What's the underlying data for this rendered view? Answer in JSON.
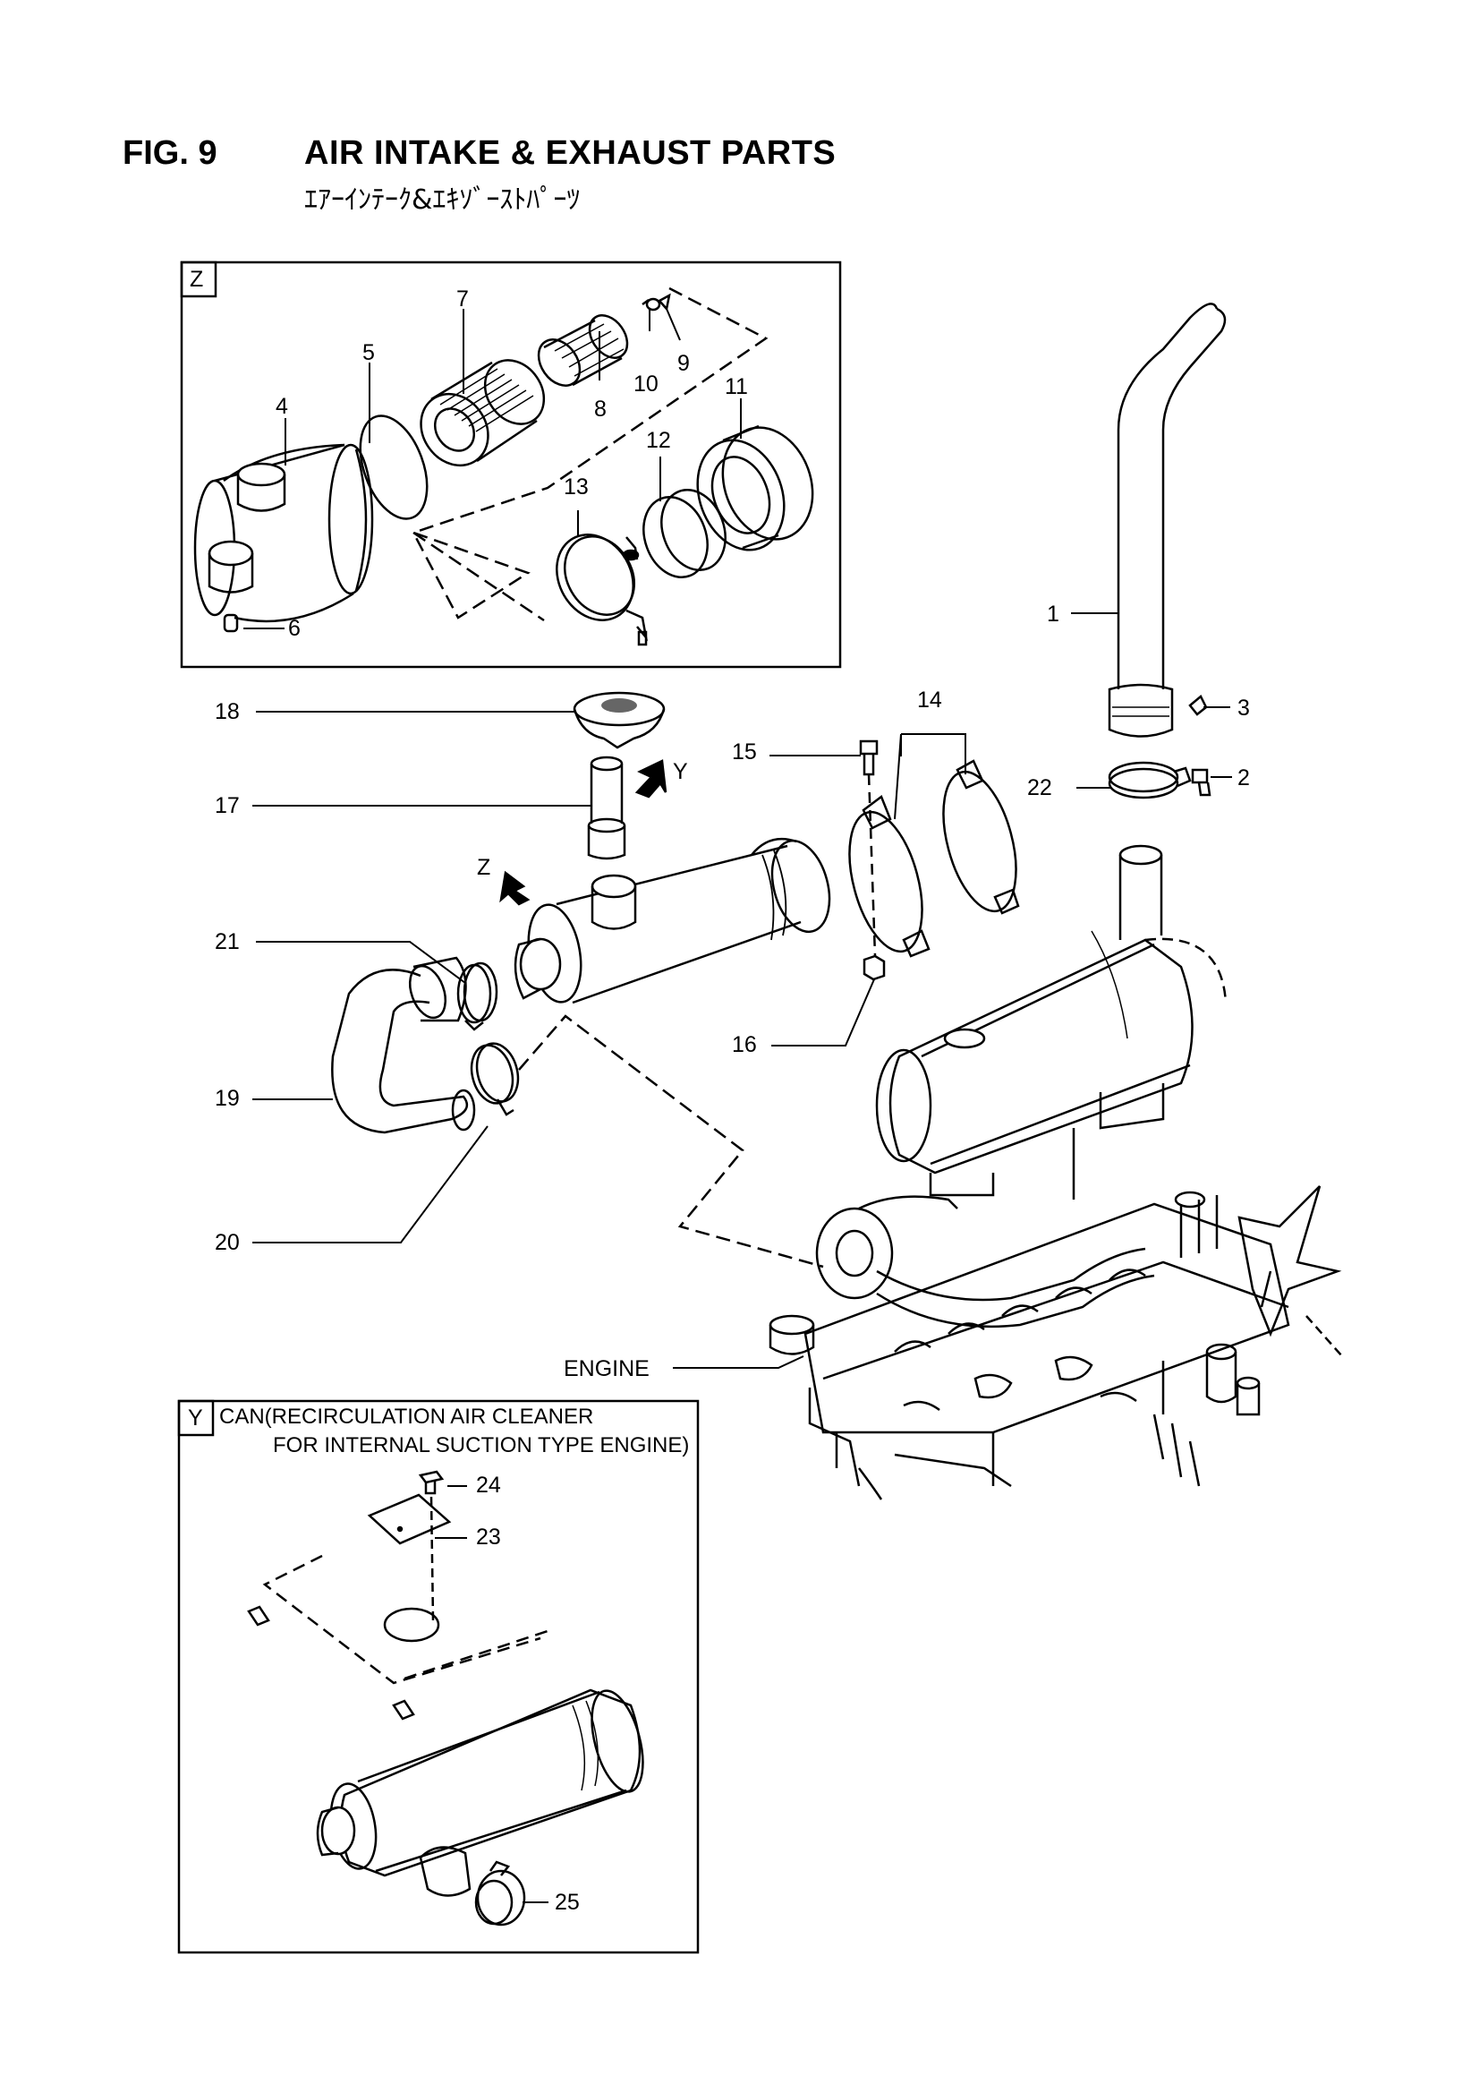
{
  "header": {
    "fig_number": "FIG. 9",
    "title": "AIR INTAKE & EXHAUST PARTS",
    "subtitle": "ｴｱｰｲﾝﾃｰｸ&ｴｷｿﾞｰｽﾄﾊﾟｰﾂ"
  },
  "detail_z": {
    "tag": "Z"
  },
  "detail_y": {
    "tag": "Y",
    "caption_line1": "CAN(RECIRCULATION AIR CLEANER",
    "caption_line2": "FOR INTERNAL SUCTION TYPE ENGINE)"
  },
  "view_arrows": {
    "y": "Y",
    "z": "Z"
  },
  "engine_label": "ENGINE",
  "callouts": {
    "c1": "1",
    "c2": "2",
    "c3": "3",
    "c4": "4",
    "c5": "5",
    "c6": "6",
    "c7": "7",
    "c8": "8",
    "c9": "9",
    "c10": "10",
    "c11": "11",
    "c12": "12",
    "c13": "13",
    "c14": "14",
    "c15": "15",
    "c16": "16",
    "c17": "17",
    "c18": "18",
    "c19": "19",
    "c20": "20",
    "c21": "21",
    "c22": "22",
    "c23": "23",
    "c24": "24",
    "c25": "25"
  }
}
